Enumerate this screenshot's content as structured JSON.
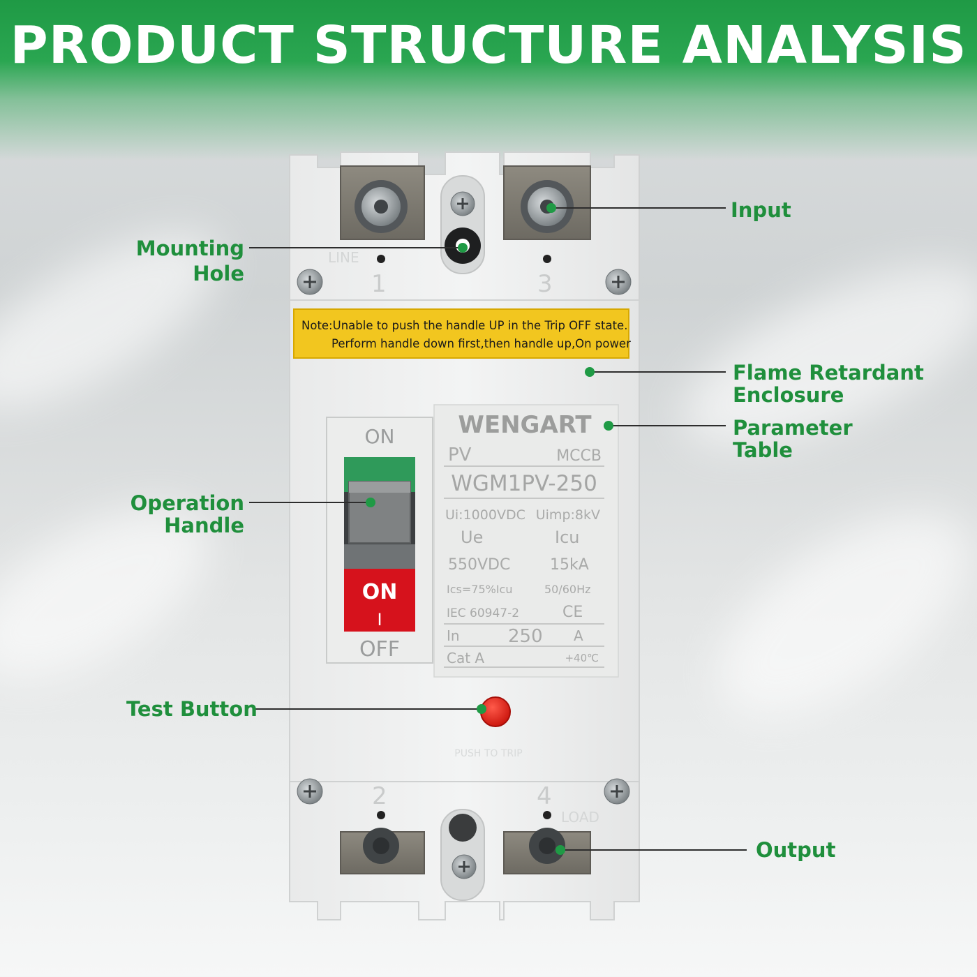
{
  "header": {
    "title": "PRODUCT STRUCTURE ANALYSIS",
    "color": "#2aa651"
  },
  "accent_color": "#1f8f3c",
  "callouts": {
    "mounting_hole": [
      "Mounting",
      "Hole"
    ],
    "input": "Input",
    "flame_enclosure": [
      "Flame Retardant",
      "Enclosure"
    ],
    "parameter_table": [
      "Parameter",
      "Table"
    ],
    "operation_handle": [
      "Operation",
      "Handle"
    ],
    "test_button": "Test Button",
    "output": "Output"
  },
  "breaker": {
    "warning": {
      "line1": "Note:Unable to push the handle UP in the Trip OFF state.",
      "line2": "Perform handle down first,then handle up,On power"
    },
    "terminal_top_left": "1",
    "terminal_top_right": "3",
    "terminal_bottom_left": "2",
    "terminal_bottom_right": "4",
    "line_mark": "LINE",
    "load_mark": "LOAD",
    "handle": {
      "on_top": "ON",
      "on_button": "ON",
      "on_symbol": "I",
      "off": "OFF"
    },
    "push_to_trip": "PUSH TO TRIP",
    "nameplate": {
      "brand": "WENGART",
      "pv": "PV",
      "mccb": "MCCB",
      "model": "WGM1PV-250",
      "ui": "Ui:1000VDC",
      "uimp": "Uimp:8kV",
      "ue": "Ue",
      "icu": "Icu",
      "ue_value": "550VDC",
      "icu_value": "15kA",
      "ics": "Ics=75%Icu",
      "freq": "50/60Hz",
      "standard": "IEC 60947-2",
      "ce": "CE",
      "in_label": "In",
      "in_value": "250",
      "in_unit": "A",
      "cat": "Cat A",
      "temp": "+40℃"
    }
  }
}
